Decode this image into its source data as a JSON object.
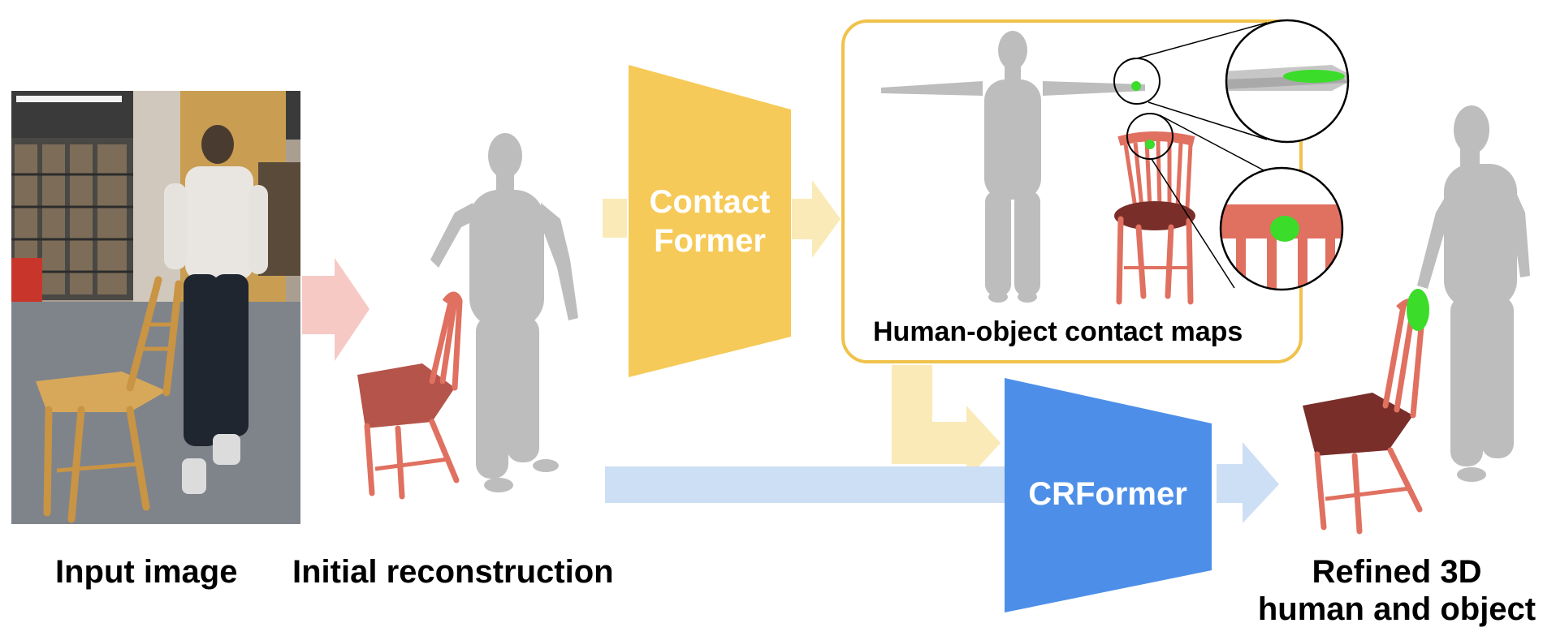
{
  "blocks": {
    "contact_former_line1": "Contact",
    "contact_former_line2": "Former",
    "crformer": "CRFormer"
  },
  "captions": {
    "input_image": "Input image",
    "initial_reconstruction": "Initial reconstruction",
    "contact_maps": "Human-object contact maps",
    "refined_line1": "Refined 3D",
    "refined_line2": "human and object"
  },
  "colors": {
    "contact_former_fill": "#f6ca58",
    "crformer_fill": "#4d8fe8",
    "pink_arrow": "#f6c9c5",
    "yellow_arrow": "#faeab8",
    "blue_arrow": "#cddff5",
    "contact_box_border": "#f0c24a",
    "mesh_gray": "#bdbdbd",
    "chair_red": "#e07060",
    "contact_green": "#3bdc2a"
  }
}
